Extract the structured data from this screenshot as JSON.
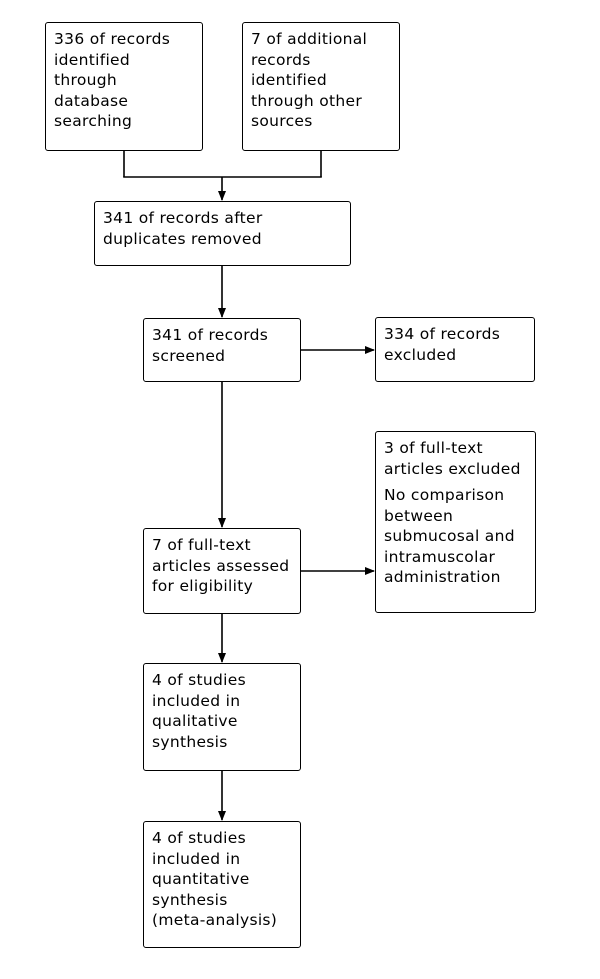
{
  "boxes": {
    "database_records": [
      "336 of records",
      "identified",
      "through",
      "database",
      "searching"
    ],
    "additional_records": [
      "7 of additional",
      "records",
      "identified",
      "through other",
      "sources"
    ],
    "after_duplicates": [
      "341 of records after",
      "duplicates removed"
    ],
    "screened": [
      "341 of records",
      "screened"
    ],
    "excluded": [
      "334 of records",
      "excluded"
    ],
    "fulltext_excluded": {
      "heading": [
        "3 of full-text",
        "articles excluded"
      ],
      "reason": [
        "No comparison",
        "between",
        "submucosal and",
        "intramuscolar",
        "administration"
      ]
    },
    "fulltext_assessed": [
      "7 of full-text",
      "articles assessed",
      "for eligibility"
    ],
    "qualitative": [
      "4 of studies",
      "included in",
      "qualitative",
      "synthesis"
    ],
    "quantitative": [
      "4 of studies",
      "included in",
      "quantitative",
      "synthesis",
      "(meta-analysis)"
    ]
  }
}
